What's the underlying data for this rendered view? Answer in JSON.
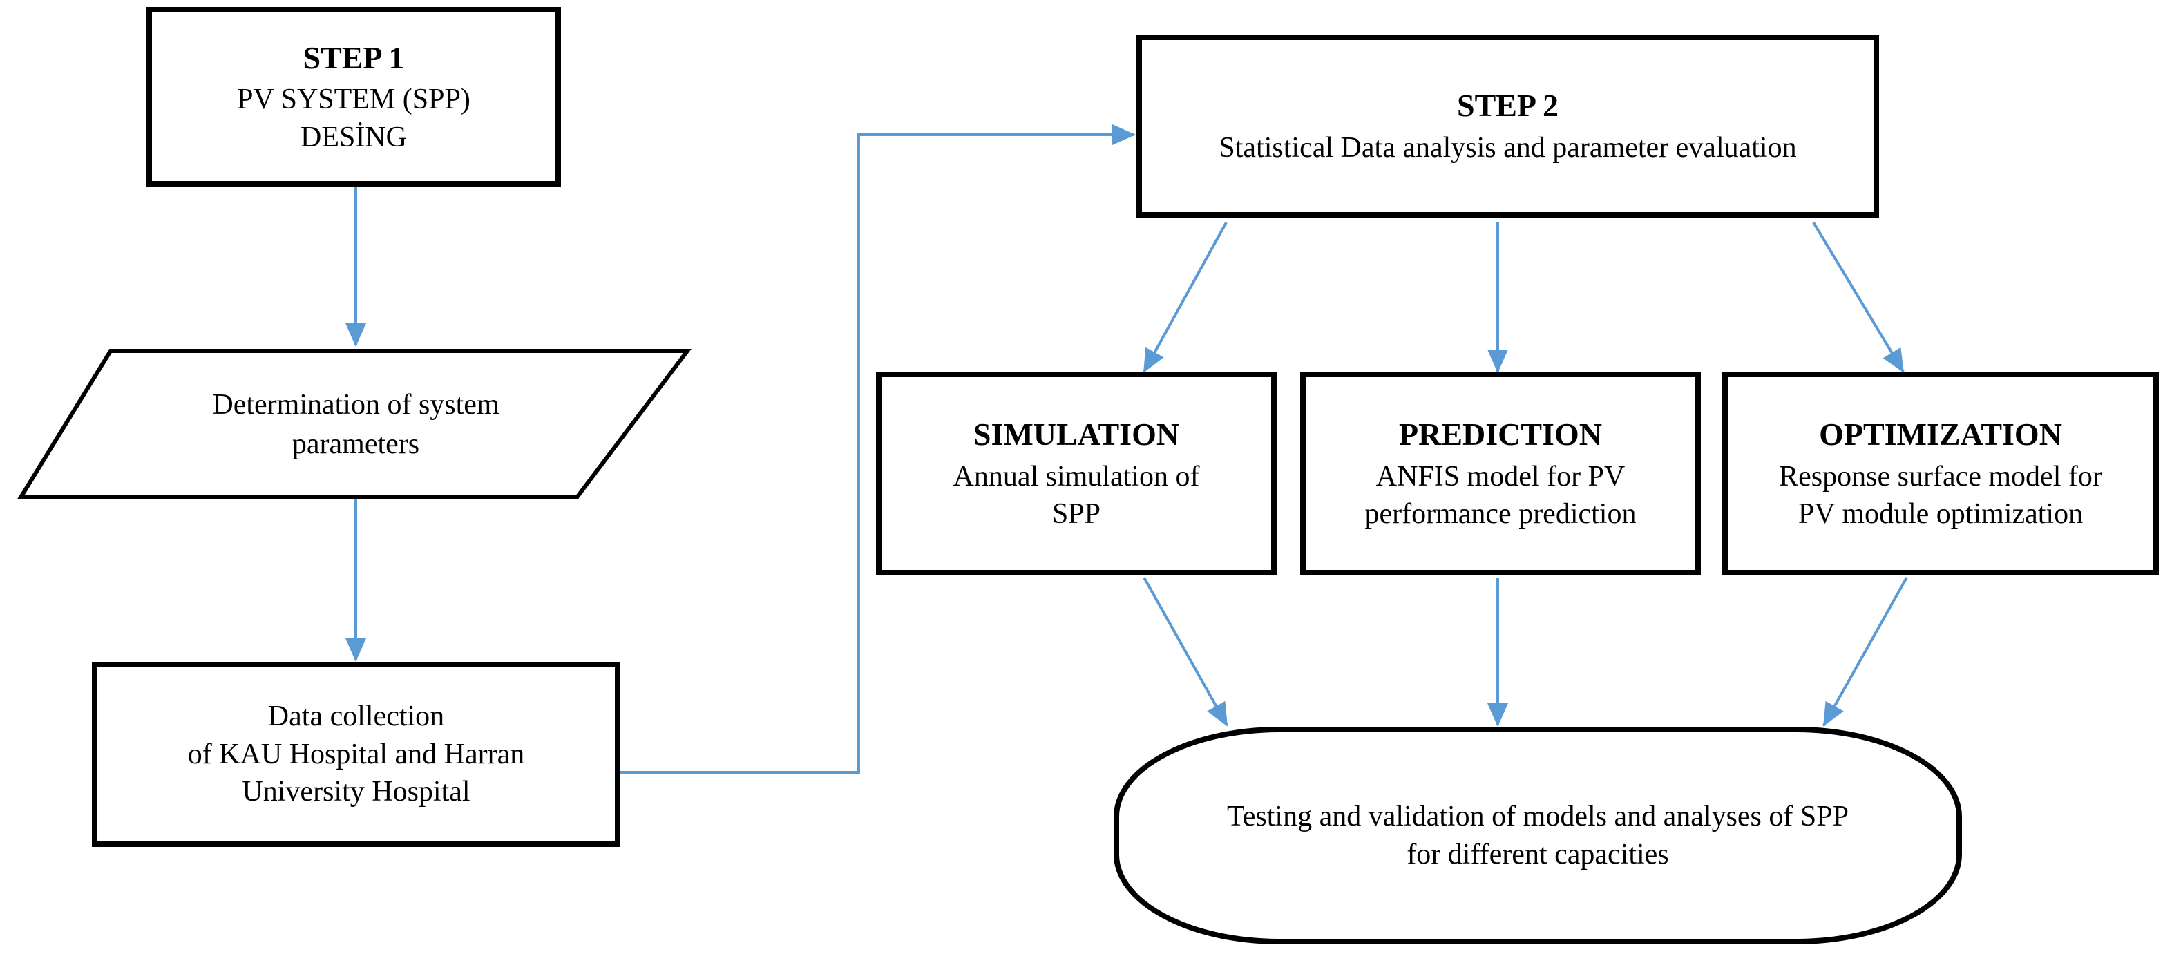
{
  "step1": {
    "title": "STEP 1",
    "lines": [
      "PV SYSTEM (SPP)",
      "DESİNG"
    ]
  },
  "determination": {
    "lines": [
      "Determination  of system",
      "parameters"
    ]
  },
  "data_collection": {
    "lines": [
      "Data collection",
      "of KAU Hospital and Harran",
      "University Hospital"
    ]
  },
  "step2": {
    "title": "STEP 2",
    "lines": [
      "Statistical  Data analysis and parameter  evaluation"
    ]
  },
  "simulation": {
    "title": "SIMULATION",
    "lines": [
      "Annual simulation of",
      "SPP"
    ]
  },
  "prediction": {
    "title": "PREDICTION",
    "lines": [
      "ANFIS model for PV",
      "performance prediction"
    ]
  },
  "optimization": {
    "title": "OPTIMIZATION",
    "lines": [
      "Response surface model for",
      "PV module optimization"
    ]
  },
  "testing": {
    "lines": [
      "Testing and validation  of models and analyses of SPP",
      "for different  capacities"
    ]
  },
  "colors": {
    "arrow": "#5b9bd5",
    "border": "#000000"
  }
}
